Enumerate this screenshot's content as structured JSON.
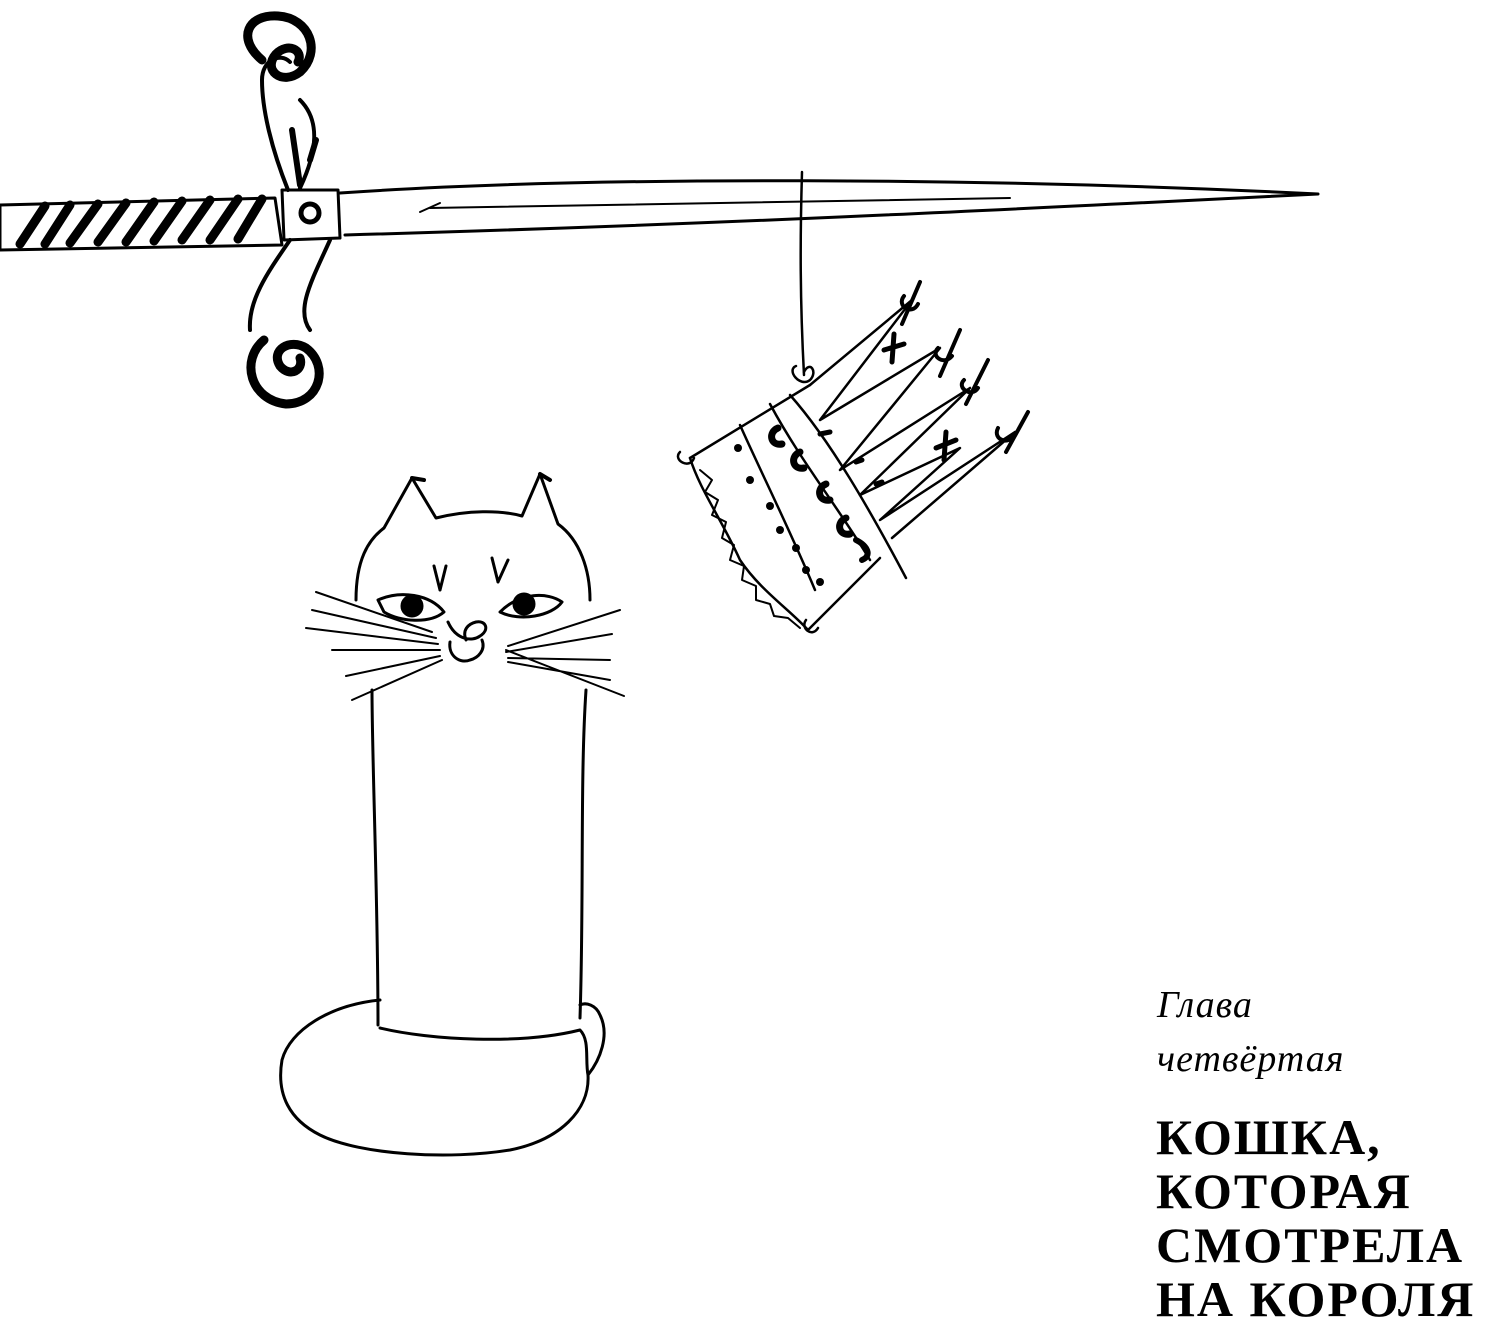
{
  "chapter": {
    "label_line1": "Глава",
    "label_line2": "четвёртая",
    "title_lines": [
      "КОШКА,",
      "КОТОРАЯ",
      "СМОТРЕЛА",
      "НА КОРОЛЯ"
    ]
  },
  "illustration": {
    "items": [
      "sword",
      "crown",
      "cat"
    ],
    "ink_color": "#000000",
    "paper_color": "#ffffff"
  }
}
